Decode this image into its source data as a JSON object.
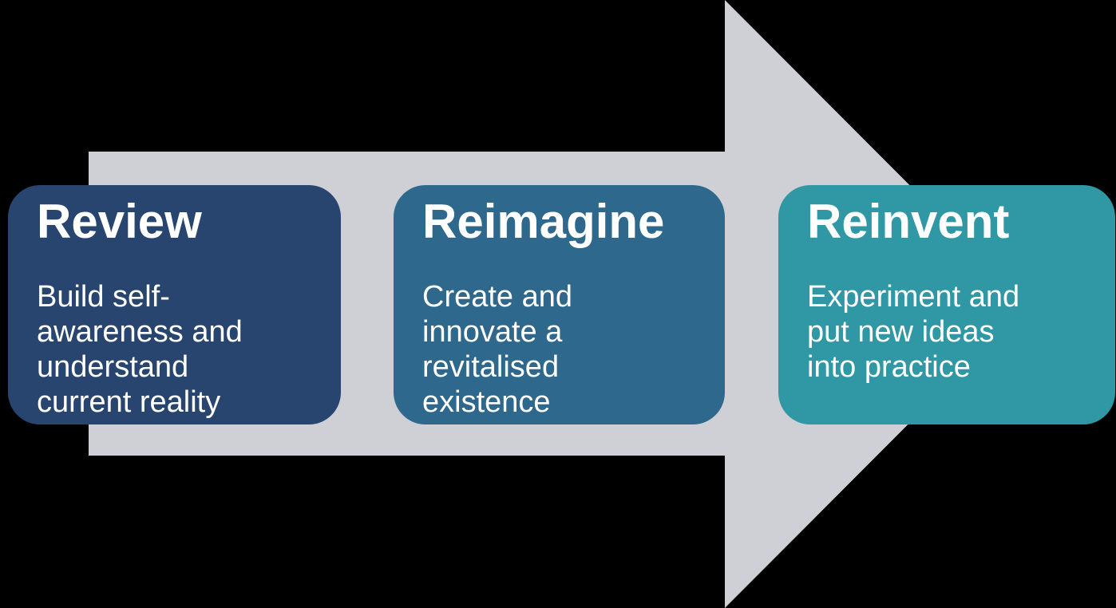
{
  "colors": {
    "background": "#000000",
    "arrow": "#cfd0d5",
    "card_review": "#27456e",
    "card_reimagine": "#2e688c",
    "card_reinvent": "#3097a5",
    "text": "#ffffff"
  },
  "stages": [
    {
      "title": "Review",
      "description": "Build self-\nawareness and\nunderstand\ncurrent reality"
    },
    {
      "title": "Reimagine",
      "description": "Create and\ninnovate a\nrevitalised\nexistence"
    },
    {
      "title": "Reinvent",
      "description": "Experiment and\nput new ideas\ninto practice"
    }
  ]
}
